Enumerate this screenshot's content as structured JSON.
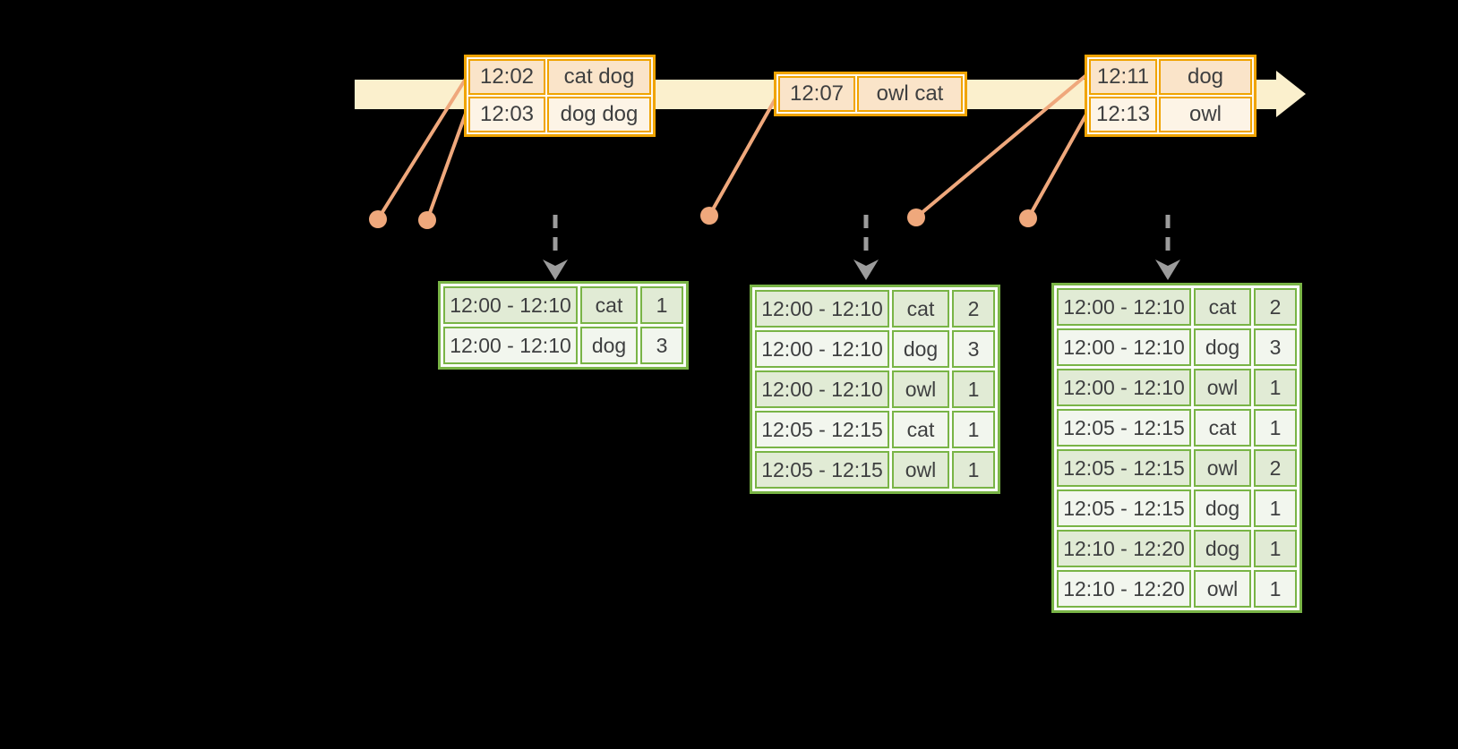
{
  "colors": {
    "background": "#000000",
    "text": "#3e3f40",
    "band": "#fbf0cd",
    "event_border": "#f0a402",
    "event_row_dark": "#fae4c9",
    "event_row_light": "#fdf4e6",
    "event_gap": "#fef9ee",
    "connector": "#efa87c",
    "trigger_arrow": "#9c9c9c",
    "result_border": "#79b446",
    "result_row_dark": "#e1ebd5",
    "result_row_light": "#f2f6ee",
    "result_gap": "#fbfdf9"
  },
  "icons": {
    "timeline_head": "arrow-right-icon",
    "trigger": "dashed-arrow-down-icon",
    "event_marker": "dot-icon"
  },
  "event_tables": [
    {
      "rows": [
        [
          "12:02",
          "cat dog"
        ],
        [
          "12:03",
          "dog dog"
        ]
      ]
    },
    {
      "rows": [
        [
          "12:07",
          "owl cat"
        ]
      ]
    },
    {
      "rows": [
        [
          "12:11",
          "dog"
        ],
        [
          "12:13",
          "owl"
        ]
      ]
    }
  ],
  "result_tables": [
    {
      "rows": [
        [
          "12:00 - 12:10",
          "cat",
          "1"
        ],
        [
          "12:00 - 12:10",
          "dog",
          "3"
        ]
      ]
    },
    {
      "rows": [
        [
          "12:00 - 12:10",
          "cat",
          "2"
        ],
        [
          "12:00 - 12:10",
          "dog",
          "3"
        ],
        [
          "12:00 - 12:10",
          "owl",
          "1"
        ],
        [
          "12:05 - 12:15",
          "cat",
          "1"
        ],
        [
          "12:05 - 12:15",
          "owl",
          "1"
        ]
      ]
    },
    {
      "rows": [
        [
          "12:00 - 12:10",
          "cat",
          "2"
        ],
        [
          "12:00 - 12:10",
          "dog",
          "3"
        ],
        [
          "12:00 - 12:10",
          "owl",
          "1"
        ],
        [
          "12:05 - 12:15",
          "cat",
          "1"
        ],
        [
          "12:05 - 12:15",
          "owl",
          "2"
        ],
        [
          "12:05 - 12:15",
          "dog",
          "1"
        ],
        [
          "12:10 - 12:20",
          "dog",
          "1"
        ],
        [
          "12:10 - 12:20",
          "owl",
          "1"
        ]
      ]
    }
  ]
}
